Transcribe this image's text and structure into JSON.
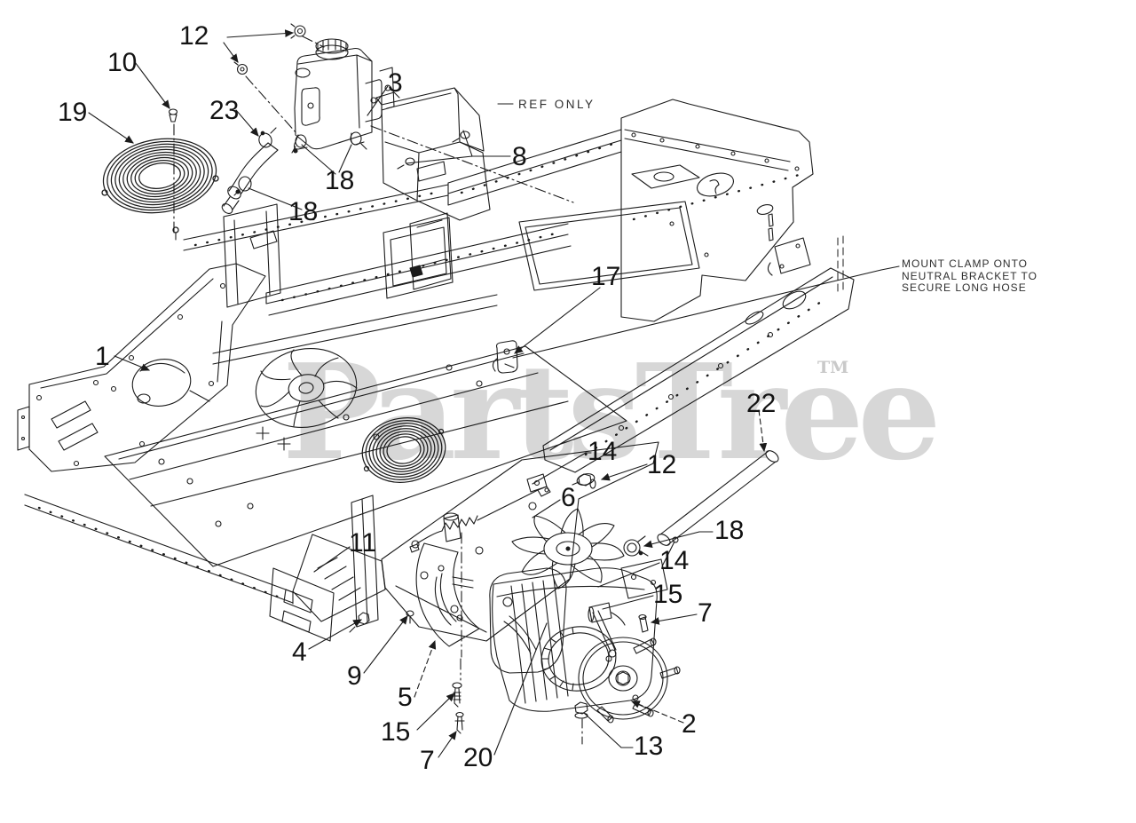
{
  "diagram": {
    "background_color": "#ffffff",
    "line_color": "#1b1b1b"
  },
  "watermark": {
    "text": "PartsTree",
    "tm": "TM",
    "color": "#d7d7d7"
  },
  "annotations": {
    "ref_only": "REF ONLY",
    "mount_note": [
      "MOUNT CLAMP ONTO",
      "NEUTRAL BRACKET TO",
      "SECURE LONG HOSE"
    ]
  },
  "callouts": [
    "12",
    "10",
    "19",
    "23",
    "3",
    "18",
    "18",
    "8",
    "17",
    "1",
    "22",
    "14",
    "12",
    "6",
    "18",
    "14",
    "15",
    "7",
    "11",
    "4",
    "9",
    "5",
    "15",
    "7",
    "20",
    "13",
    "2"
  ]
}
